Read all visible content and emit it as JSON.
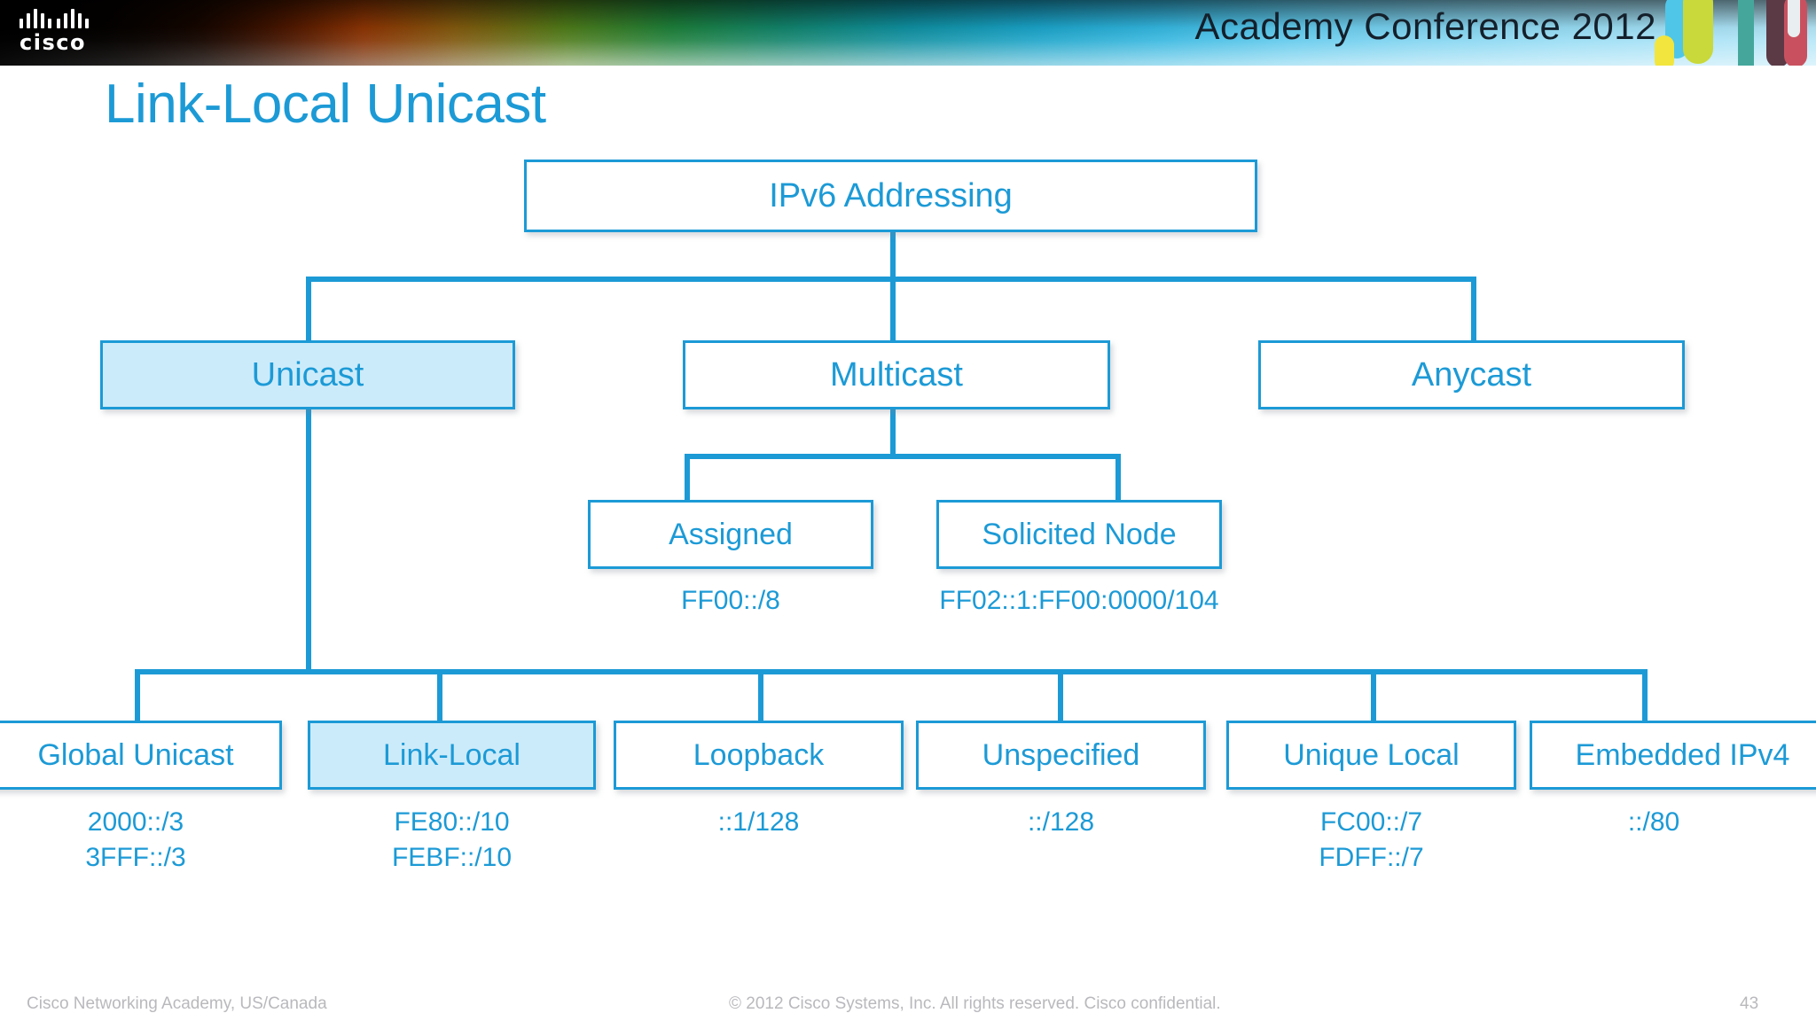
{
  "header": {
    "logo_text": "cisco",
    "logo_icon": "cisco-bridge-logo",
    "conference_title": "Academy Conference 2012"
  },
  "slide": {
    "title": "Link-Local Unicast",
    "accent_color": "#1C9AD6",
    "highlight_fill": "#CCEBFA"
  },
  "diagram": {
    "type": "hierarchy-tree",
    "root": {
      "label": "IPv6 Addressing",
      "highlighted": false
    },
    "level2": [
      {
        "label": "Unicast",
        "highlighted": true
      },
      {
        "label": "Multicast",
        "highlighted": false
      },
      {
        "label": "Anycast",
        "highlighted": false
      }
    ],
    "multicast_children": [
      {
        "label": "Assigned",
        "caption": "FF00::/8",
        "highlighted": false
      },
      {
        "label": "Solicited Node",
        "caption": "FF02::1:FF00:0000/104",
        "highlighted": false
      }
    ],
    "unicast_children": [
      {
        "label": "Global Unicast",
        "caption": "2000::/3\n3FFF::/3",
        "highlighted": false
      },
      {
        "label": "Link-Local",
        "caption": "FE80::/10\nFEBF::/10",
        "highlighted": true
      },
      {
        "label": "Loopback",
        "caption": "::1/128",
        "highlighted": false
      },
      {
        "label": "Unspecified",
        "caption": "::/128",
        "highlighted": false
      },
      {
        "label": "Unique Local",
        "caption": "FC00::/7\nFDFF::/7",
        "highlighted": false
      },
      {
        "label": "Embedded IPv4",
        "caption": "::/80",
        "highlighted": false
      }
    ]
  },
  "footer": {
    "left": "Cisco Networking Academy, US/Canada",
    "copyright": "© 2012 Cisco Systems, Inc. All rights reserved. Cisco confidential.",
    "page_number": "43"
  }
}
